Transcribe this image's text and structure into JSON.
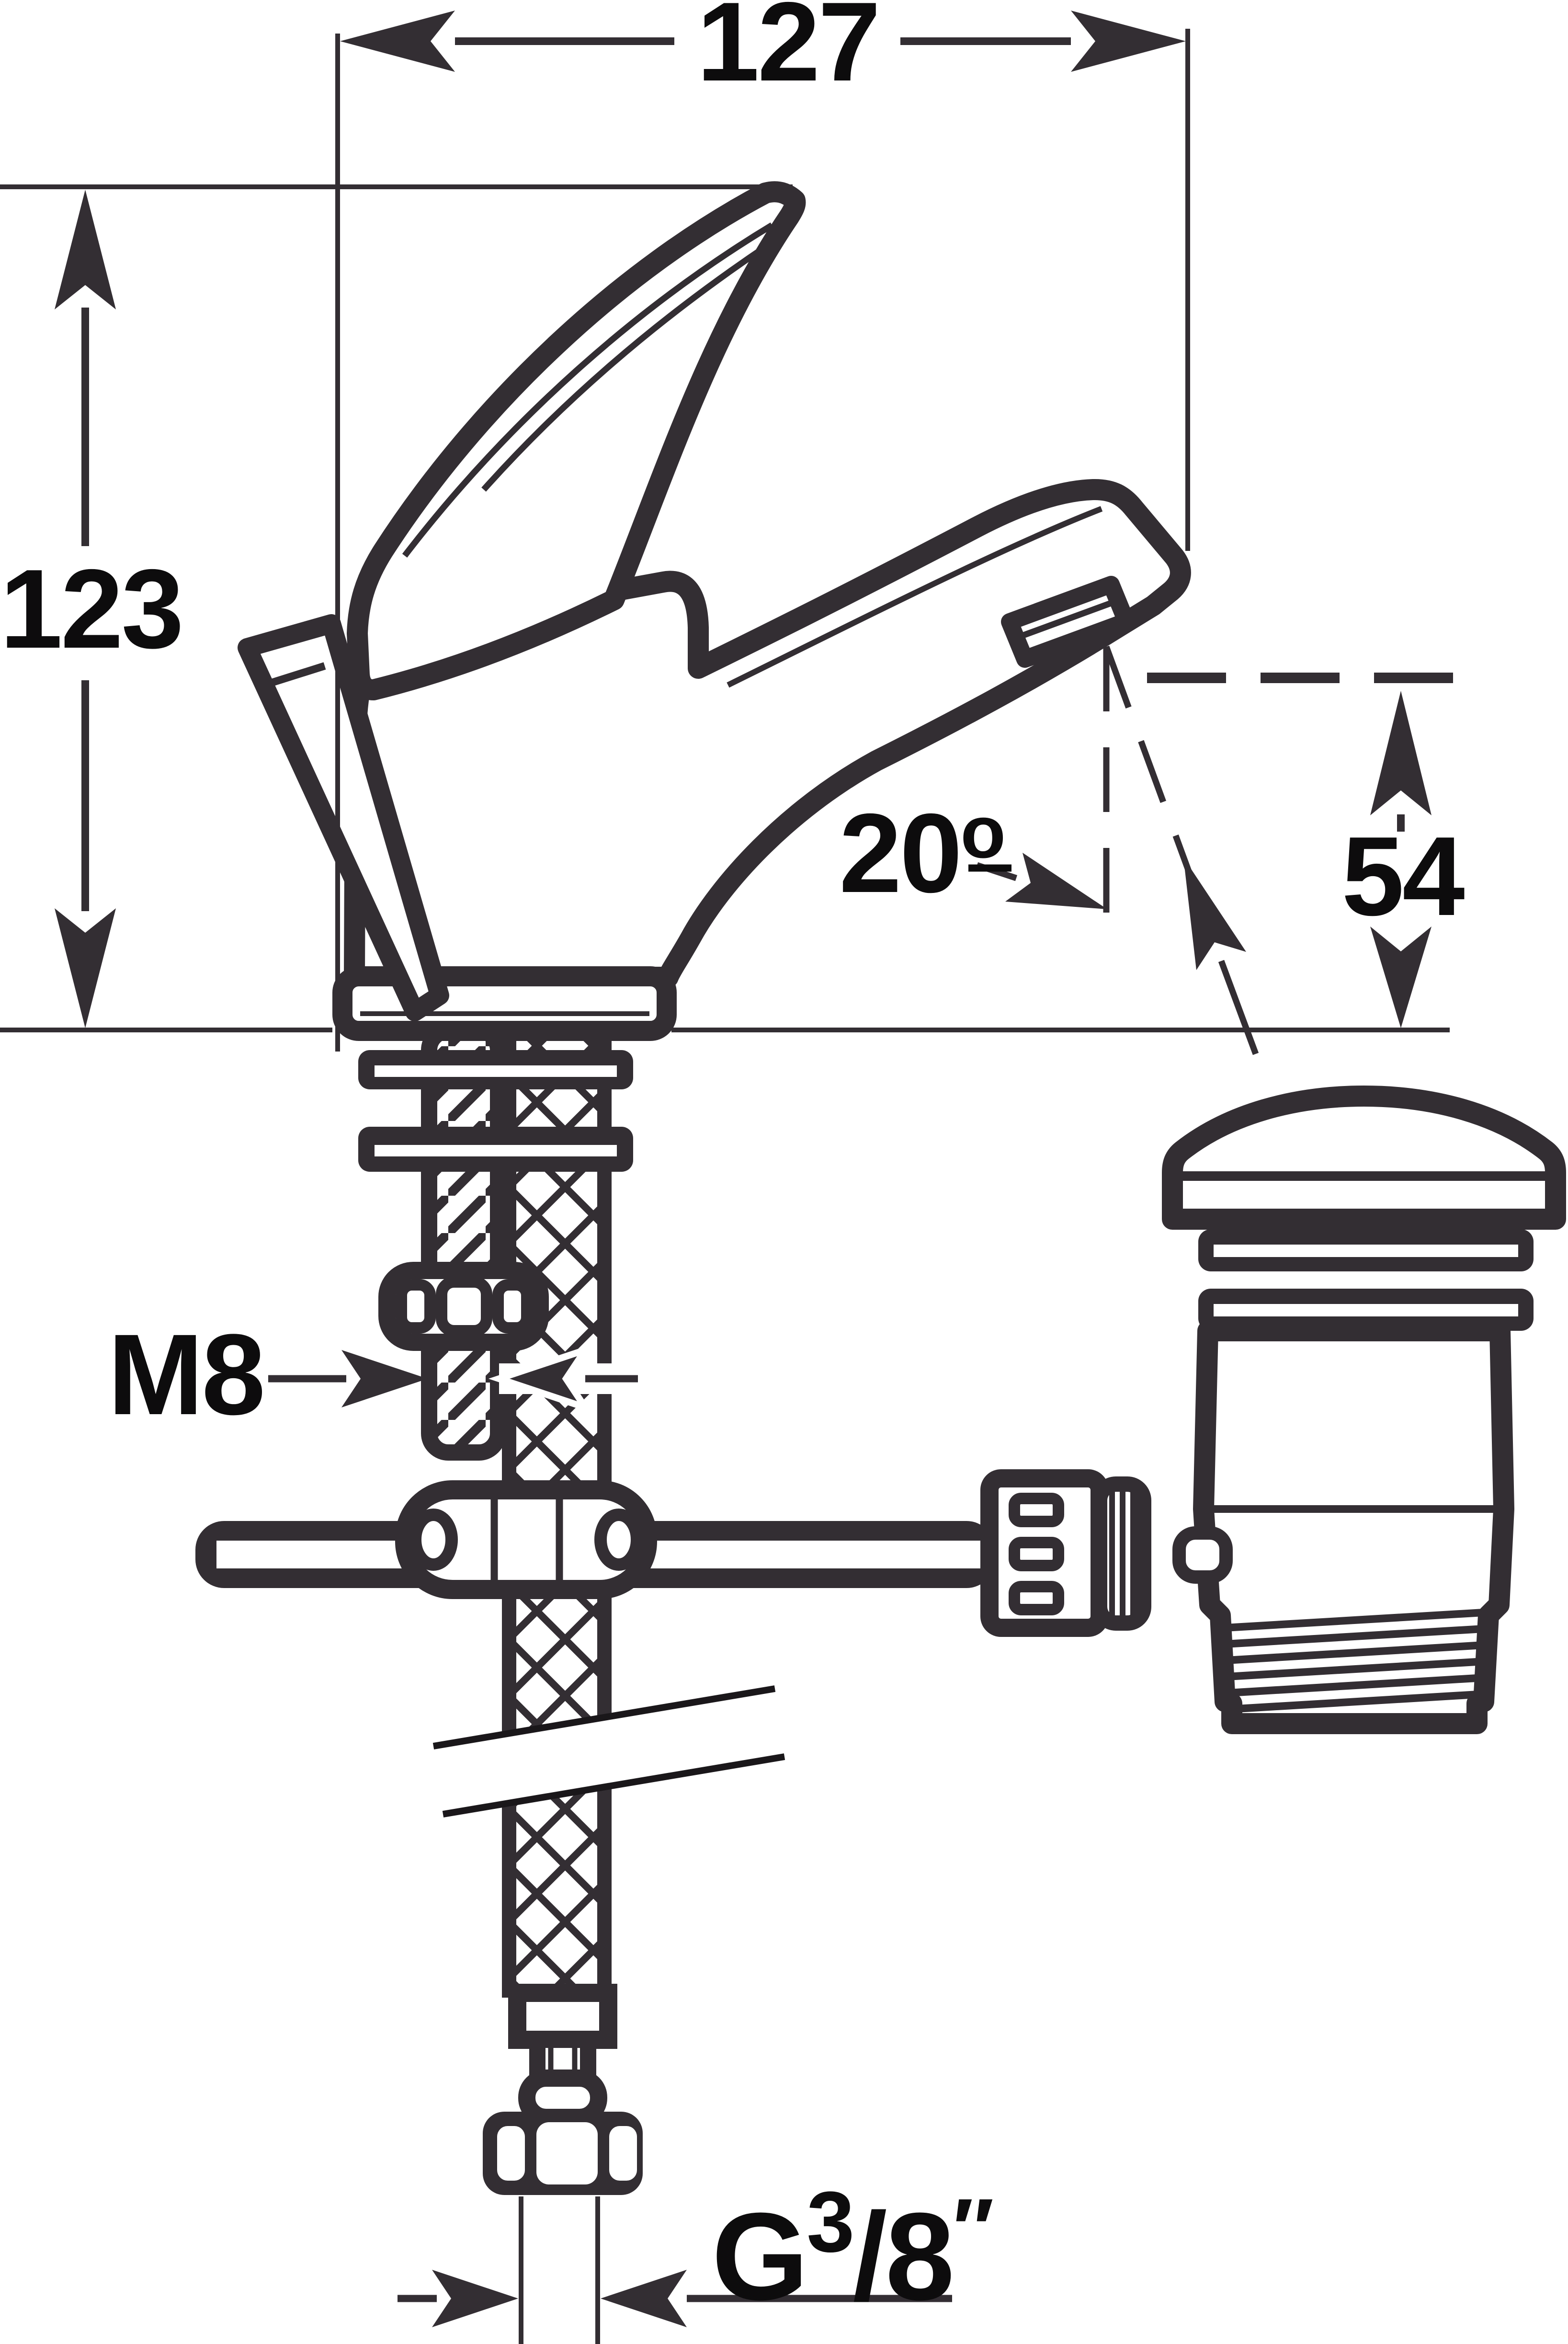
{
  "diagram": {
    "kind": "technical dimension drawing of single-lever basin mixer faucet with pop-up waste and flexible supply hose",
    "colors": {
      "ink": "#332E33",
      "text": "#0D0C0D",
      "background": "#FFFFFF"
    },
    "labels": {
      "width_mm": "127",
      "height_mm": "123",
      "angle_number": "20",
      "angle_ordinal": "o",
      "spout_height_mm": "54",
      "stud_thread": "M8",
      "supply_thread_base": "G",
      "supply_thread_sup": "3",
      "supply_thread_den": "/8",
      "supply_thread_unit": "″"
    },
    "components": [
      "lever-handle",
      "handle-tab",
      "mixer-body",
      "spout",
      "aerator",
      "base-flange",
      "mounting-washer-plates",
      "m8-threaded-stud",
      "m8-nut",
      "braided-supply-hose",
      "hose-break-marks",
      "hose-ferrule",
      "g38-hex-nut",
      "pop-up-waste-plug",
      "waste-body",
      "waste-thread",
      "pop-up-rod",
      "rod-clamp",
      "reference-line-top",
      "mounting-surface-line",
      "outlet-height-dashed-line",
      "stream-angle-dashed-lines"
    ]
  }
}
